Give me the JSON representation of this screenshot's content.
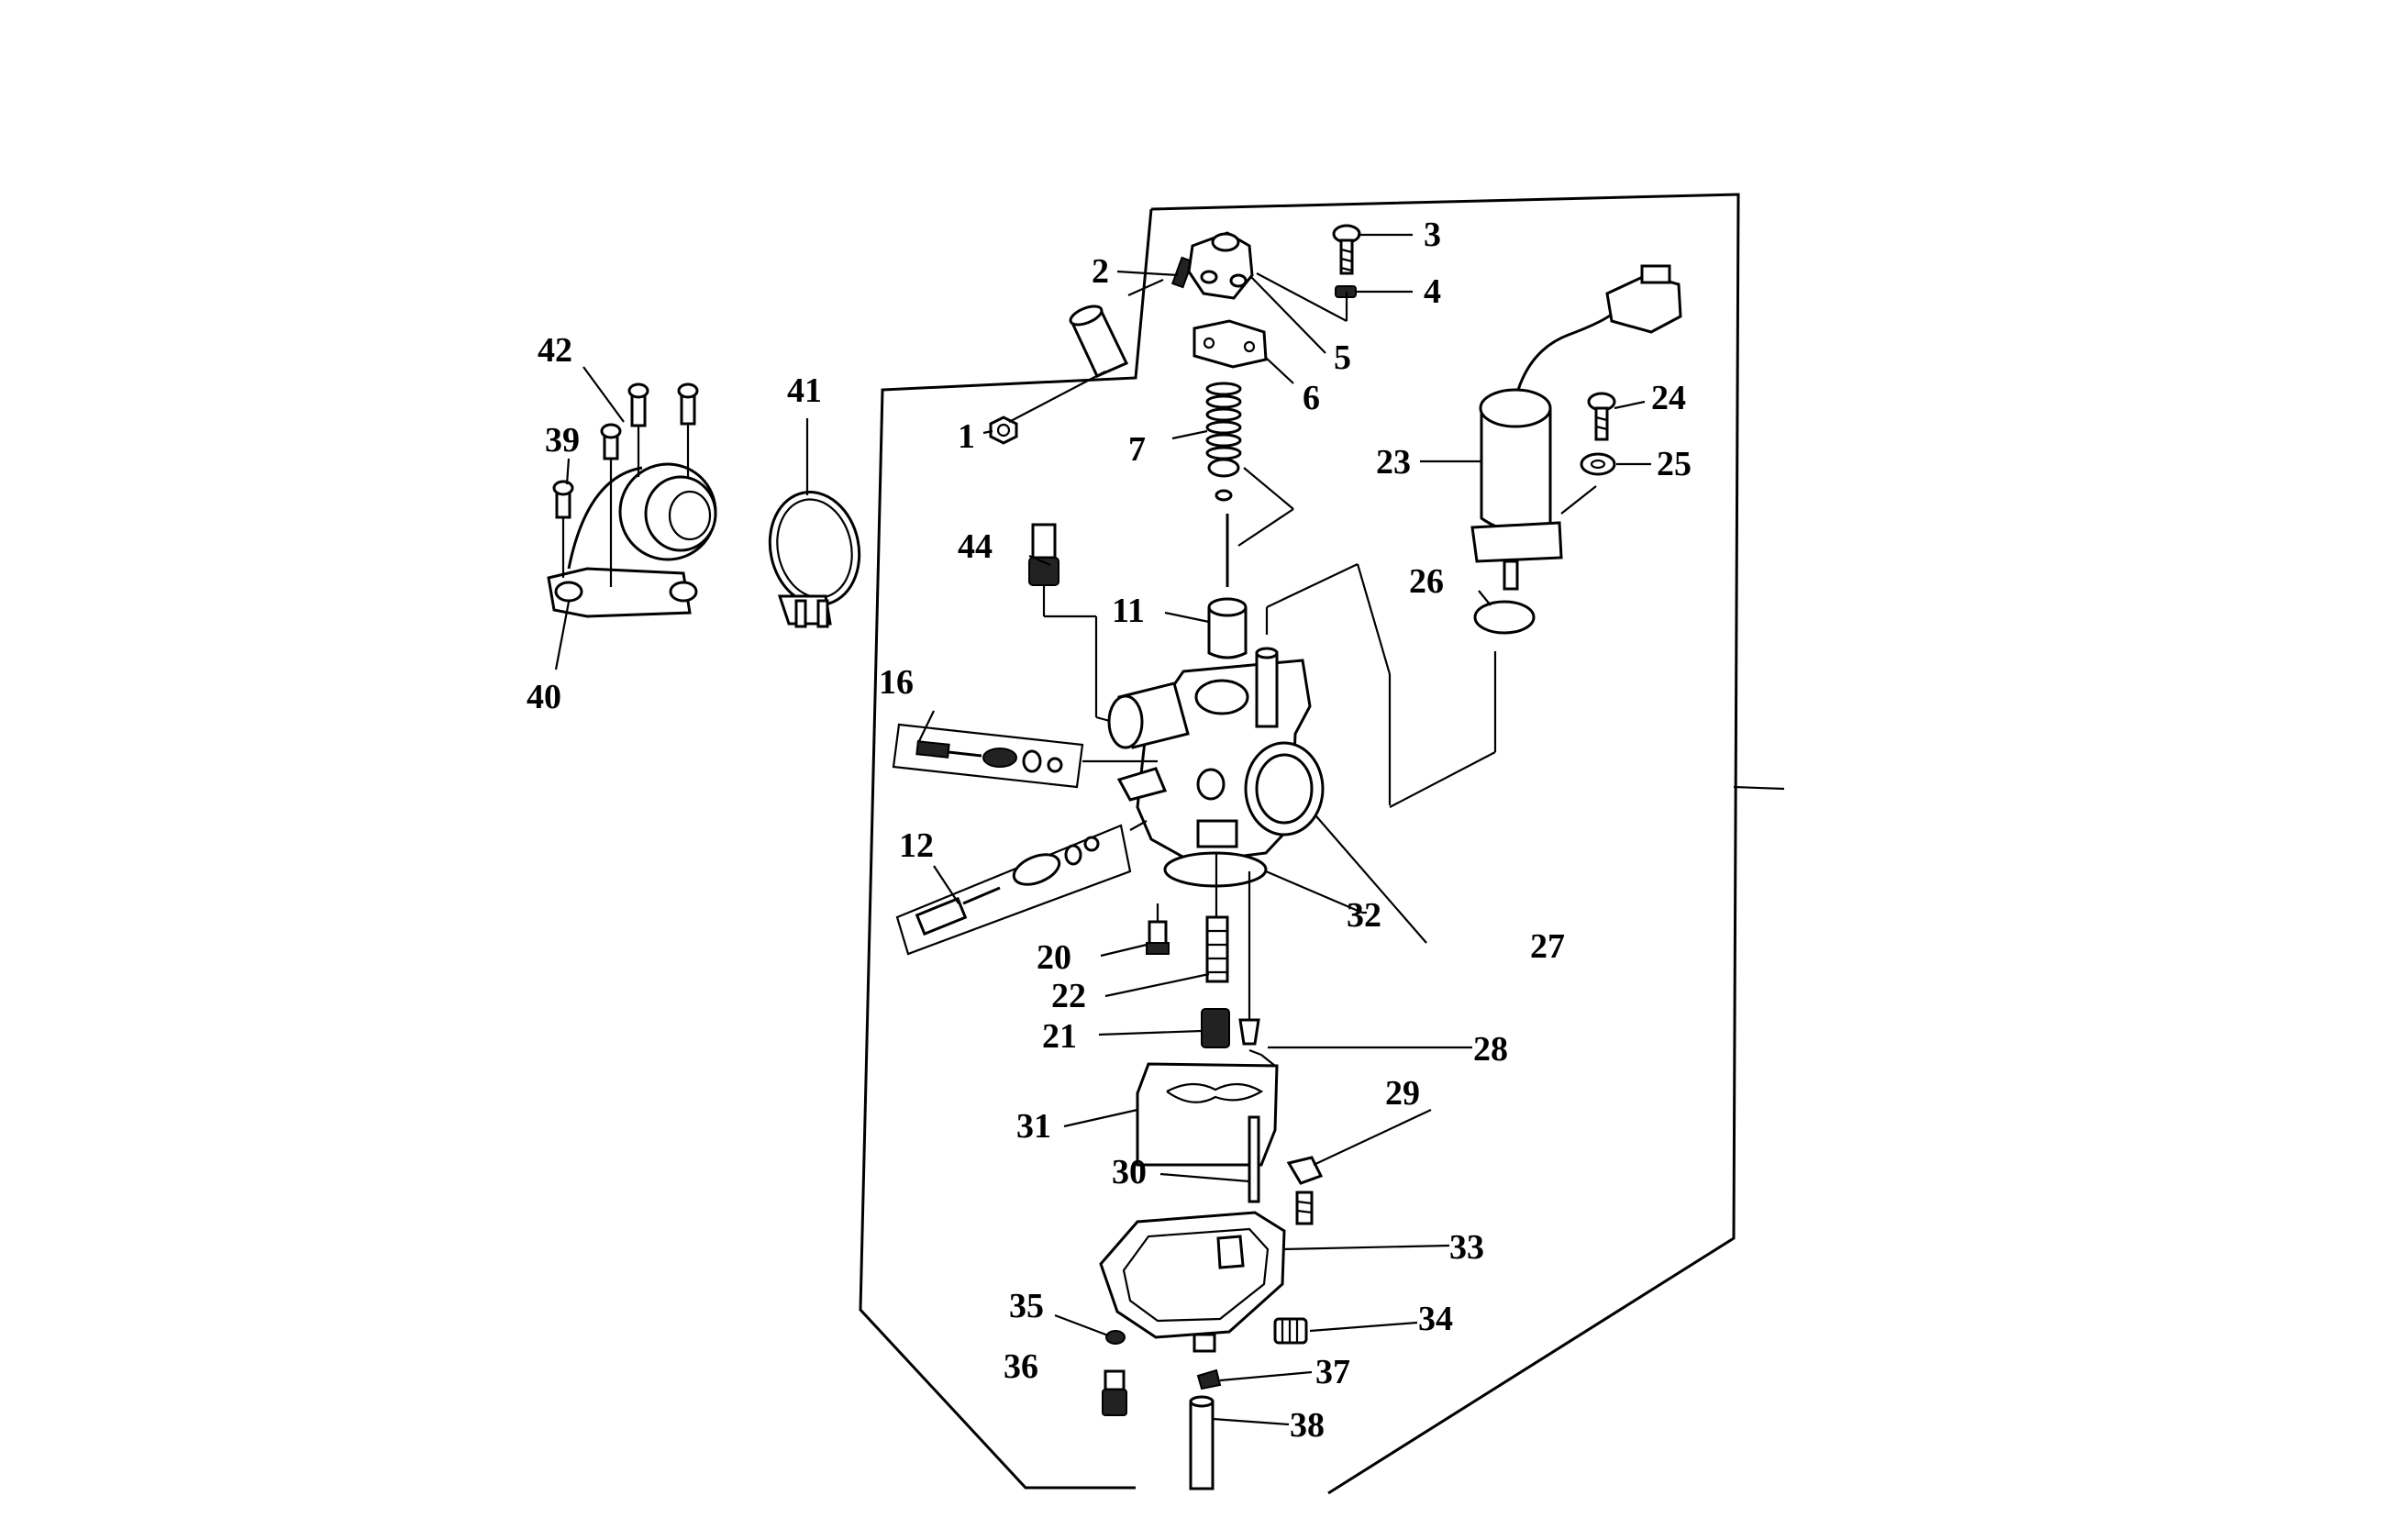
{
  "callouts": {
    "c1": "1",
    "c2": "2",
    "c3": "3",
    "c4": "4",
    "c5": "5",
    "c6": "6",
    "c7": "7",
    "c11": "11",
    "c12": "12",
    "c16": "16",
    "c20": "20",
    "c21": "21",
    "c22": "22",
    "c23": "23",
    "c24": "24",
    "c25": "25",
    "c26": "26",
    "c27": "27",
    "c28": "28",
    "c29": "29",
    "c30": "30",
    "c31": "31",
    "c32": "32",
    "c33": "33",
    "c34": "34",
    "c35": "35",
    "c36": "36",
    "c37": "37",
    "c38": "38",
    "c39": "39",
    "c40": "40",
    "c41": "41",
    "c42": "42",
    "c44": "44"
  },
  "colors": {
    "line": "#000000",
    "background": "#ffffff"
  }
}
